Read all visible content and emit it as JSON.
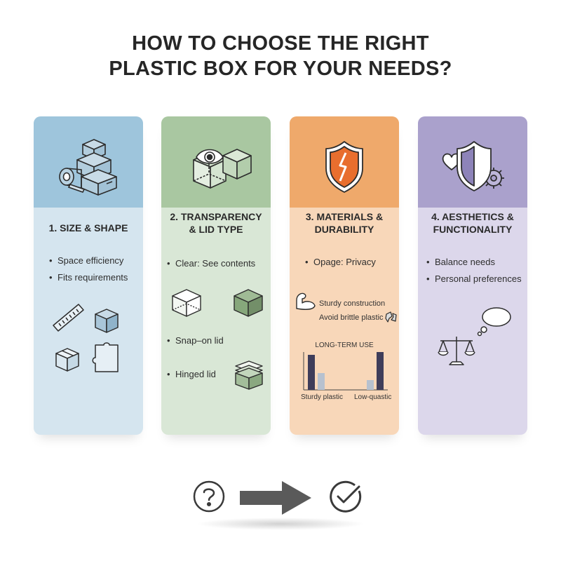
{
  "title": {
    "line1": "HOW TO CHOOSE THE RIGHT",
    "line2": "PLASTIC BOX FOR YOUR NEEDS?"
  },
  "cards": [
    {
      "heading": "1. SIZE & SHAPE",
      "color_top": "#9ec5dc",
      "color_body": "#d5e5ef",
      "bullets": [
        "Space efficiency",
        "Fits requirements"
      ],
      "icons": [
        "stacked-boxes-icon",
        "tape-icon",
        "ruler-icon",
        "cube-icon",
        "open-box-icon",
        "puzzle-piece-icon"
      ]
    },
    {
      "heading_line1": "2. TRANSPARENCY",
      "heading_line2": "& LID TYPE",
      "color_top": "#a9c7a1",
      "color_body": "#d9e7d6",
      "bullets": [
        "Clear: See contents",
        "Snap–on lid",
        "Hinged lid"
      ],
      "icons": [
        "eye-box-icon",
        "solid-box-icon",
        "clear-cube-icon",
        "opaque-cube-icon",
        "hinged-lid-box-icon"
      ]
    },
    {
      "heading_line1": "3. MATERIALS &",
      "heading_line2": "DURABILITY",
      "color_top": "#efa96b",
      "color_body": "#f8d7b9",
      "bullets": [
        "Opage: Privacy"
      ],
      "notes": [
        "Sturdy construction",
        "Avoid brittle plastic"
      ],
      "chart_title": "LONG-TERM USE",
      "chart_labels": [
        "Sturdy plastic",
        "Low-quastic"
      ],
      "icons": [
        "cracked-shield-icon",
        "flexed-arm-icon",
        "broken-plastic-icon"
      ]
    },
    {
      "heading_line1": "4. AESTHETICS &",
      "heading_line2": "FUNCTIONALITY",
      "color_top": "#aaa1cc",
      "color_body": "#dcd7eb",
      "bullets": [
        "Balance needs",
        "Personal preferences"
      ],
      "icons": [
        "heart-shield-gear-icon",
        "thought-bubble-icon",
        "balance-scale-icon"
      ]
    }
  ],
  "flow": {
    "icons": [
      "question-circle-icon",
      "right-arrow-icon",
      "check-circle-icon"
    ]
  }
}
